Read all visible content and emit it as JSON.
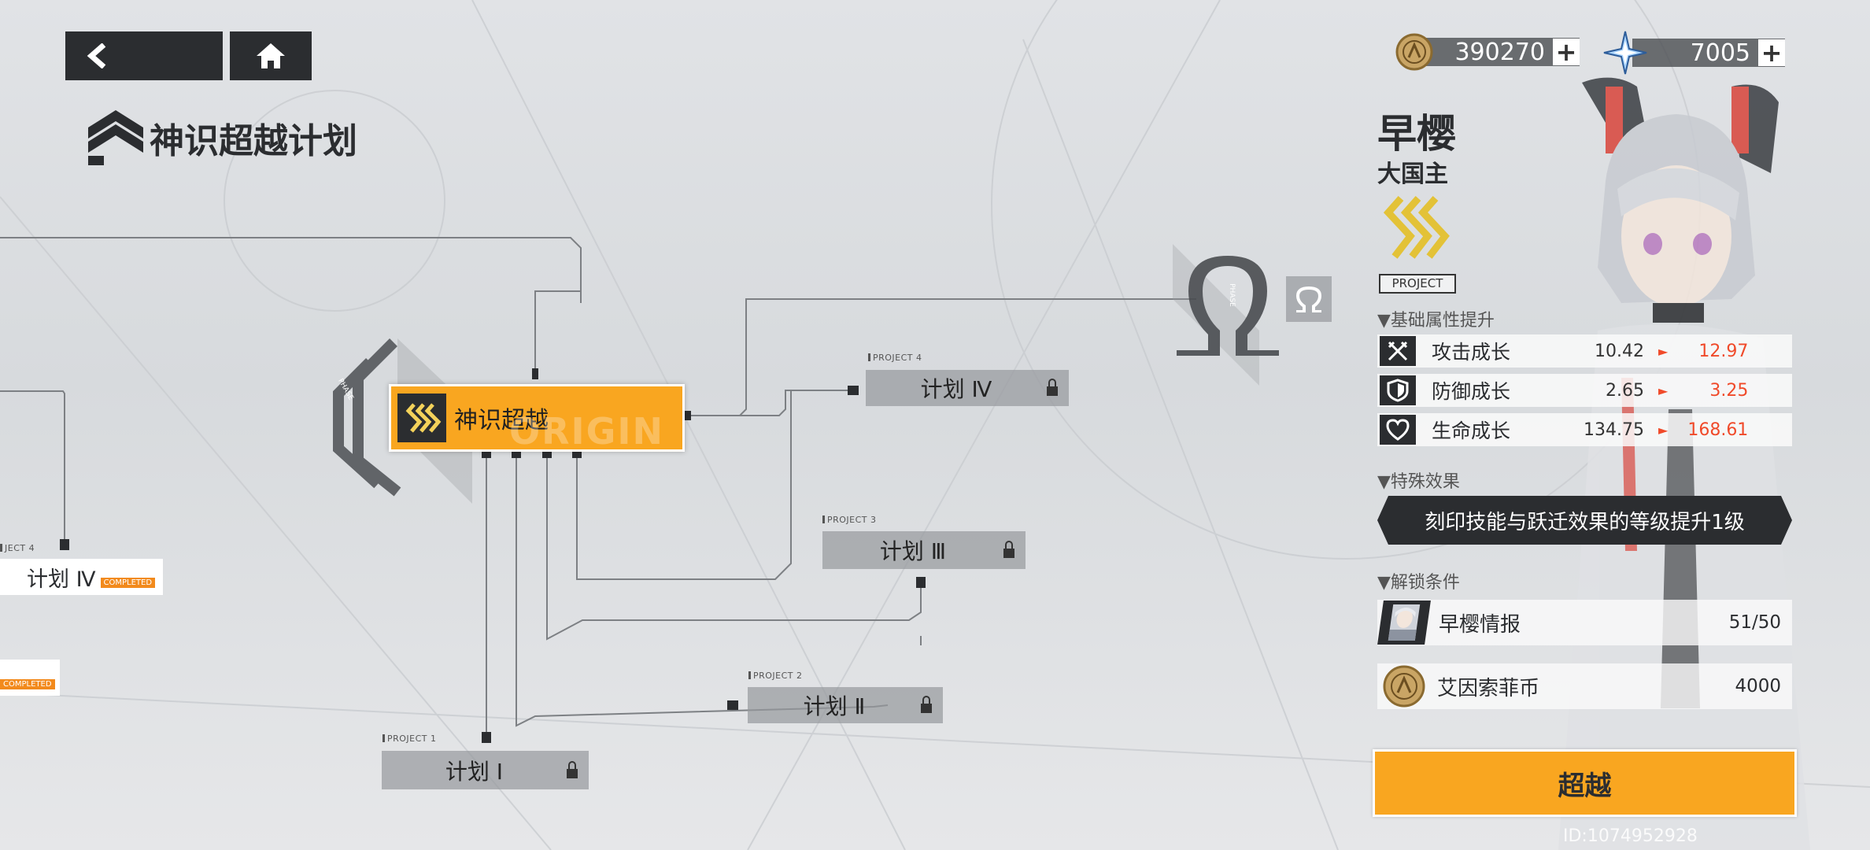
{
  "screen_title": "神识超越计划",
  "currencies": [
    {
      "icon": "gold-coin-icon",
      "value": "390270"
    },
    {
      "icon": "crystal-star-icon",
      "value": "7005"
    }
  ],
  "tree": {
    "current": {
      "label": "神识超越",
      "watermark": "ORIGIN",
      "phase": "PHASE"
    },
    "omega": {
      "phase": "PHASE"
    },
    "nodes": [
      {
        "tag": "PROJECT 1",
        "label": "计划 Ⅰ"
      },
      {
        "tag": "PROJECT 2",
        "label": "计划 Ⅱ"
      },
      {
        "tag": "PROJECT 3",
        "label": "计划 Ⅲ"
      },
      {
        "tag": "PROJECT 4",
        "label": "计划 Ⅳ"
      }
    ],
    "left_nodes": [
      {
        "tag": "JECT 4",
        "label": "计划 Ⅳ",
        "badge": "COMPLETED"
      },
      {
        "badge": "COMPLETED"
      }
    ]
  },
  "character": {
    "name": "早樱",
    "title": "大国主",
    "emblem_label": "PROJECT"
  },
  "sections": {
    "base": "▼基础属性提升",
    "special": "▼特殊效果",
    "unlock": "▼解锁条件"
  },
  "stats": [
    {
      "icon": "attack-icon",
      "name": "攻击成长",
      "old": "10.42",
      "arrow": "►",
      "new": "12.97"
    },
    {
      "icon": "defense-icon",
      "name": "防御成长",
      "old": "2.65",
      "arrow": "►",
      "new": "3.25"
    },
    {
      "icon": "heart-icon",
      "name": "生命成长",
      "old": "134.75",
      "arrow": "►",
      "new": "168.61"
    }
  ],
  "special_effect": "刻印技能与跃迁效果的等级提升1级",
  "conditions": [
    {
      "icon": "character-card-icon",
      "name": "早樱情报",
      "value": "51/50"
    },
    {
      "icon": "gold-coin-icon",
      "name": "艾因索菲币",
      "value": "4000"
    }
  ],
  "action_button": "超越",
  "user_id": "ID:1074952928",
  "colors": {
    "accent": "#f9a620",
    "dark": "#2b2d30",
    "increase": "#f04a2a"
  }
}
